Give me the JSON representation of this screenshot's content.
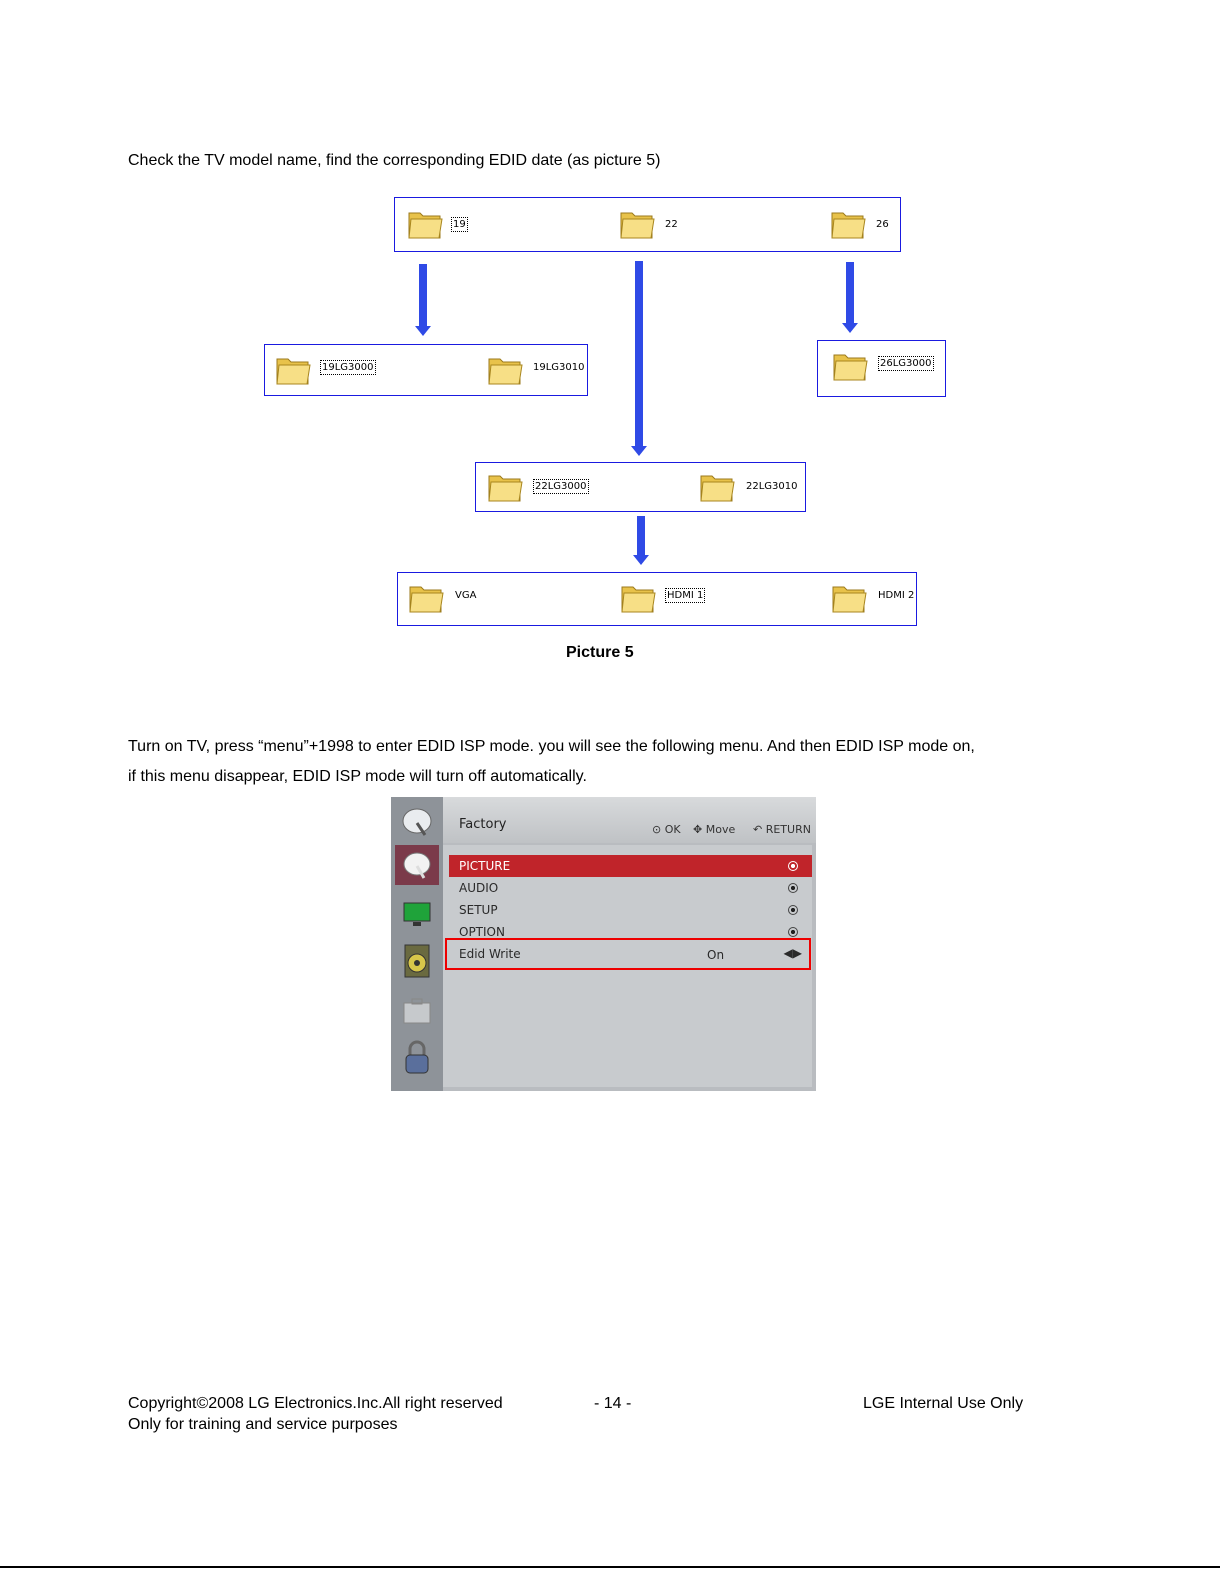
{
  "intro_text": "Check the TV model name, find the corresponding EDID date (as picture 5)",
  "folders": {
    "level1": [
      "19",
      "22",
      "26"
    ],
    "level2_19": [
      "19LG3000",
      "19LG3010"
    ],
    "level2_26": [
      "26LG3000"
    ],
    "level2_22": [
      "22LG3000",
      "22LG3010"
    ],
    "level3": [
      "VGA",
      "HDMI 1",
      "HDMI 2"
    ]
  },
  "caption": "Picture 5",
  "instructions": {
    "line1": "Turn on TV, press “menu”+1998 to enter EDID ISP mode. you will see the following menu. And then EDID ISP mode on,",
    "line2": "if this menu disappear, EDID ISP mode will turn off automatically."
  },
  "tv_menu": {
    "title": "Factory",
    "hints": {
      "ok": "OK",
      "move": "Move",
      "return": "RETURN"
    },
    "items": [
      "PICTURE",
      "AUDIO",
      "SETUP",
      "OPTION",
      "Edid Write"
    ],
    "edid_value": "On",
    "colors": {
      "active": "#c0242a",
      "highlight_border": "#e00000"
    }
  },
  "footer": {
    "copyright": "Copyright©2008 LG Electronics.Inc.All right reserved",
    "page": "- 14 -",
    "internal": "LGE Internal Use Only",
    "purpose": "Only for training and service purposes"
  }
}
